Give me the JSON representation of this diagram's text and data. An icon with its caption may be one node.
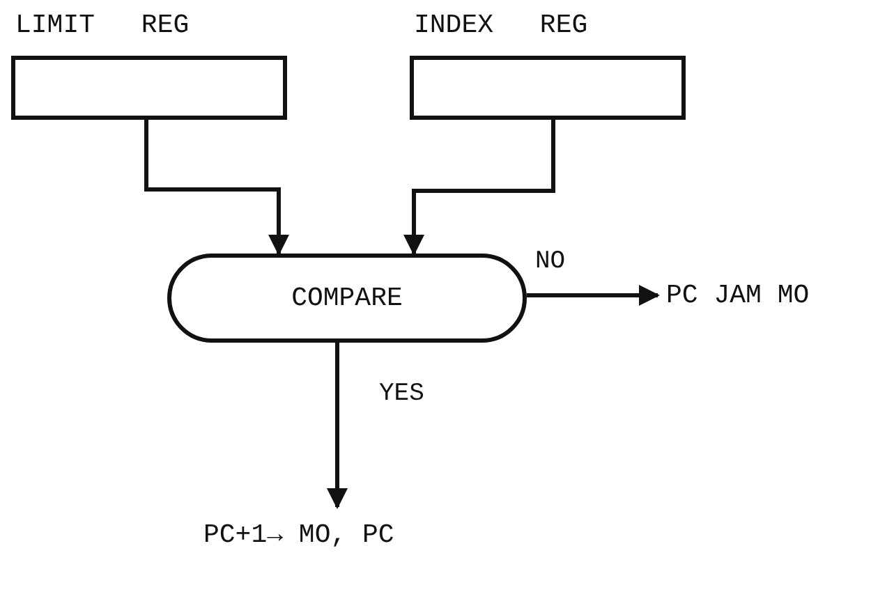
{
  "diagram": {
    "nodes": [
      {
        "text": [
          "LIMIT REG"
        ]
      },
      {
        "text": [
          "INDEX REG"
        ]
      },
      {
        "text": [
          "COMPARE"
        ]
      },
      {
        "text": [
          "PC JAM MO"
        ]
      },
      {
        "text": [
          "PC+1→ MO, PC"
        ]
      }
    ],
    "edges": [
      {
        "from": 0,
        "to": 2,
        "arrow": "to"
      },
      {
        "from": 1,
        "to": 2,
        "arrow": "to"
      },
      {
        "from": 2,
        "to": 3,
        "arrow": "to",
        "label": "NO"
      },
      {
        "from": 2,
        "to": 4,
        "arrow": "to",
        "label": "YES"
      }
    ]
  }
}
